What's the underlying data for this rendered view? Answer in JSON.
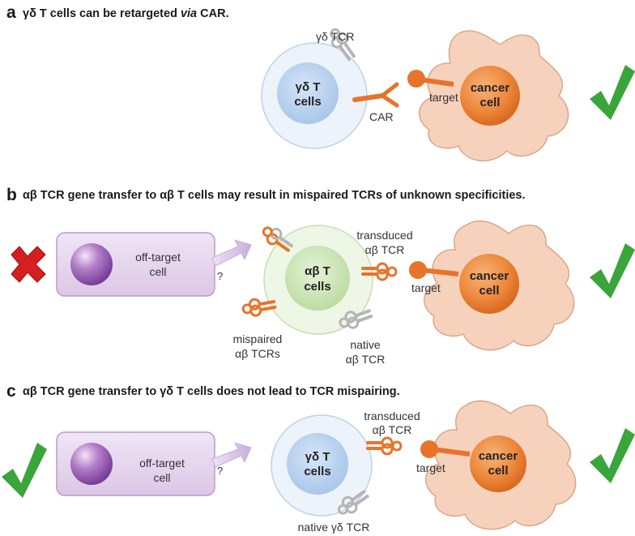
{
  "panels": {
    "a": {
      "letter": "a",
      "title_pre": "γδ T cells can be retargeted ",
      "title_italic": "via",
      "title_post": " CAR.",
      "tcell_line1": "γδ T",
      "tcell_line2": "cells",
      "tcr_label": "γδ TCR",
      "car_label": "CAR",
      "target_label": "target",
      "cancer_line1": "cancer",
      "cancer_line2": "cell"
    },
    "b": {
      "letter": "b",
      "title": "αβ TCR gene transfer to αβ T cells may result in mispaired TCRs of unknown specificities.",
      "offtarget_line1": "off-target",
      "offtarget_line2": "cell",
      "question": "?",
      "tcell_line1": "αβ T",
      "tcell_line2": "cells",
      "transduced_line1": "transduced",
      "transduced_line2": "αβ TCR",
      "target_label": "target",
      "cancer_line1": "cancer",
      "cancer_line2": "cell",
      "mispaired_line1": "mispaired",
      "mispaired_line2": "αβ TCRs",
      "native_line1": "native",
      "native_line2": "αβ TCR"
    },
    "c": {
      "letter": "c",
      "title": "αβ TCR gene transfer to γδ T cells does not lead to TCR mispairing.",
      "offtarget_line1": "off-target",
      "offtarget_line2": "cell",
      "question": "?",
      "tcell_line1": "γδ T",
      "tcell_line2": "cells",
      "transduced_line1": "transduced",
      "transduced_line2": "αβ TCR",
      "target_label": "target",
      "cancer_line1": "cancer",
      "cancer_line2": "cell",
      "native_label": "native γδ TCR"
    }
  },
  "icons": {
    "check": "check-mark-icon",
    "cross": "cross-mark-icon"
  },
  "colors": {
    "orange": "#e8732a",
    "check_green": "#3aa53a",
    "cross_red": "#d42020",
    "cancer_fill": "#f6d2bd",
    "gd_cell": "#b9d0ec",
    "ab_cell": "#cde4b8",
    "offtarget": "#dfcde9"
  }
}
